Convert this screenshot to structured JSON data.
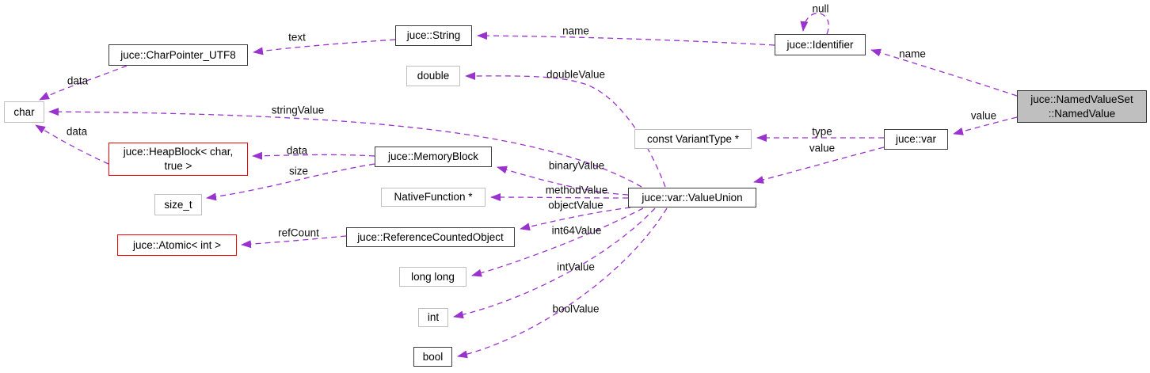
{
  "diagram": {
    "title": "juce::NamedValueSet::NamedValue collaboration graph",
    "colors": {
      "edge": "#9a32cd",
      "linked_border": "#3d3d3d",
      "plain_border": "#bfbfbf",
      "template_border": "#fb0005",
      "current_fill": "#bfbfbf",
      "background": "#ffffff"
    },
    "nodes": [
      {
        "id": "char",
        "style": "plain",
        "lines": [
          "char"
        ]
      },
      {
        "id": "charpointer_utf8",
        "style": "linked",
        "lines": [
          "juce::CharPointer_UTF8"
        ]
      },
      {
        "id": "string",
        "style": "linked",
        "lines": [
          "juce::String"
        ]
      },
      {
        "id": "double",
        "style": "plain",
        "lines": [
          "double"
        ]
      },
      {
        "id": "identifier",
        "style": "linked",
        "lines": [
          "juce::Identifier"
        ]
      },
      {
        "id": "namedvalue",
        "style": "current",
        "lines": [
          "juce::NamedValueSet",
          "::NamedValue"
        ]
      },
      {
        "id": "varianttype",
        "style": "plain",
        "lines": [
          "const VariantType *"
        ]
      },
      {
        "id": "var",
        "style": "linked",
        "lines": [
          "juce::var"
        ]
      },
      {
        "id": "heapblock",
        "style": "template",
        "lines": [
          "juce::HeapBlock< char,",
          "true >"
        ]
      },
      {
        "id": "memoryblock",
        "style": "linked",
        "lines": [
          "juce::MemoryBlock"
        ]
      },
      {
        "id": "size_t",
        "style": "plain",
        "lines": [
          "size_t"
        ]
      },
      {
        "id": "nativefunction",
        "style": "plain",
        "lines": [
          "NativeFunction *"
        ]
      },
      {
        "id": "valueunion",
        "style": "linked",
        "lines": [
          "juce::var::ValueUnion"
        ]
      },
      {
        "id": "atomic",
        "style": "template",
        "lines": [
          "juce::Atomic< int >"
        ]
      },
      {
        "id": "refcountedobject",
        "style": "linked",
        "lines": [
          "juce::ReferenceCountedObject"
        ]
      },
      {
        "id": "longlong",
        "style": "plain",
        "lines": [
          "long long"
        ]
      },
      {
        "id": "int",
        "style": "plain",
        "lines": [
          "int"
        ]
      },
      {
        "id": "bool",
        "style": "linked",
        "lines": [
          "bool"
        ]
      }
    ],
    "edges": [
      {
        "id": "text",
        "label": "text"
      },
      {
        "id": "name_string",
        "label": "name"
      },
      {
        "id": "null_loop",
        "label": "null"
      },
      {
        "id": "name_identifier",
        "label": "name"
      },
      {
        "id": "data_char_cp",
        "label": "data"
      },
      {
        "id": "stringvalue",
        "label": "stringValue"
      },
      {
        "id": "data_char_hb",
        "label": "data"
      },
      {
        "id": "data_hb_mb",
        "label": "data"
      },
      {
        "id": "size",
        "label": "size"
      },
      {
        "id": "refcount",
        "label": "refCount"
      },
      {
        "id": "doublevalue",
        "label": "doubleValue"
      },
      {
        "id": "binaryvalue",
        "label": "binaryValue"
      },
      {
        "id": "methodvalue",
        "label": "methodValue"
      },
      {
        "id": "objectvalue",
        "label": "objectValue"
      },
      {
        "id": "int64value",
        "label": "int64Value"
      },
      {
        "id": "intvalue",
        "label": "intValue"
      },
      {
        "id": "boolvalue",
        "label": "boolValue"
      },
      {
        "id": "type",
        "label": "type"
      },
      {
        "id": "value_union",
        "label": "value"
      },
      {
        "id": "value_var",
        "label": "value"
      }
    ]
  }
}
